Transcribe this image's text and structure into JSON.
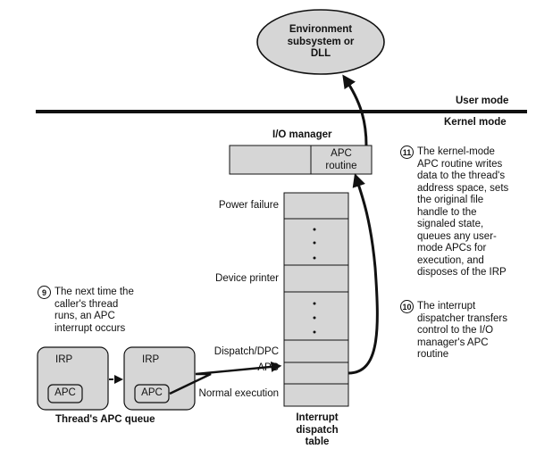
{
  "env_node": "Environment\nsubsystem or\nDLL",
  "user_mode": "User mode",
  "kernel_mode": "Kernel mode",
  "io_manager": "I/O manager",
  "apc_routine": "APC\nroutine",
  "interrupt_levels": [
    "Power failure",
    "Device printer",
    "Dispatch/DPC",
    "APC",
    "Normal execution"
  ],
  "interrupt_table_caption": "Interrupt\ndispatch table",
  "irp_label": "IRP",
  "apc_label": "APC",
  "apc_queue_caption": "Thread's APC queue",
  "steps": [
    {
      "number": "9",
      "text": "The next time the\ncaller's thread\nruns, an APC\ninterrupt occurs"
    },
    {
      "number": "10",
      "text": "The interrupt\ndispatcher transfers\ncontrol to the I/O\nmanager's APC\nroutine"
    },
    {
      "number": "11",
      "text": "The kernel-mode\nAPC routine writes\ndata to the thread's\naddress space, sets\nthe original file\nhandle to the\nsignaled state,\nqueues any user-\nmode APCs for\nexecution, and\ndisposes of the IRP"
    }
  ]
}
